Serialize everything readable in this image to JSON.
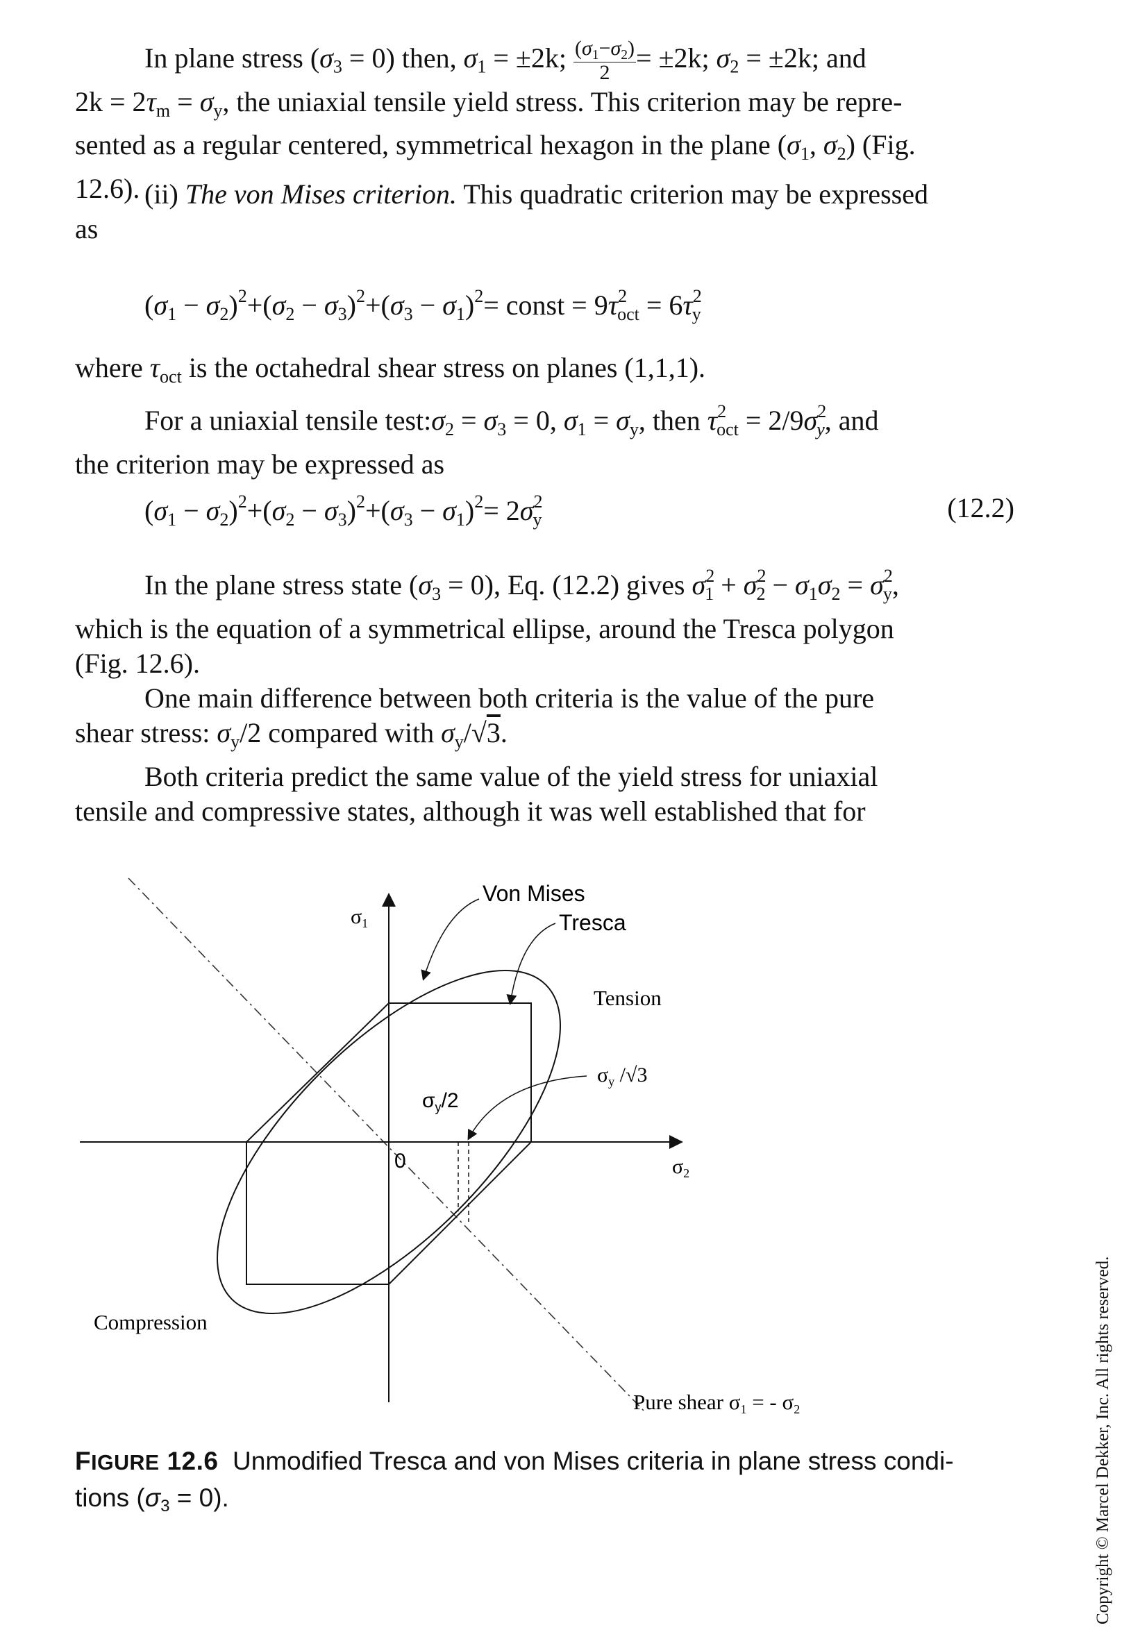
{
  "paragraphs": {
    "p1": {
      "a": "In plane stress (σ",
      "b": " = 0) then, σ",
      "c": " = ±2k; ",
      "frac_num": "(σ1−σ2)",
      "frac_den": "2",
      "d": "= ±2k; σ",
      "e": " = ±2k; and",
      "line2": "2k = 2τ",
      "line2b": " = σ",
      "line2c": ", the uniaxial tensile yield stress. This criterion may be repre-",
      "line3": "sented as a regular centered, symmetrical hexagon in the plane (σ",
      "line3b": ", σ",
      "line3c": ") (Fig.",
      "line4": "12.6)."
    },
    "p2": {
      "lead": "(ii) ",
      "italic": "The von Mises criterion.",
      "rest": " This quadratic criterion may be expressed",
      "line2": "as"
    },
    "eq1": "(σ1 − σ2)2+(σ2 − σ3)2+(σ3 − σ1)2= const = 9τ2oct = 6τ2y",
    "p3": "where τoct is the octahedral shear stress on planes (1,1,1).",
    "p4": {
      "line1": "For a uniaxial tensile test:σ2 = σ3 = 0, σ1 = σy, then τ2oct = 2/9σ2y, and",
      "line2": "the criterion may be expressed as"
    },
    "eq2": "(σ1 − σ2)2+(σ2 − σ3)2+(σ3 − σ1)2= 2σ2y",
    "eq2_num": "(12.2)",
    "p5": {
      "line1": "In the plane stress state (σ3 = 0), Eq. (12.2) gives σ21 + σ22 − σ1σ2 = σ2y,",
      "line2": "which is the equation of a symmetrical ellipse, around the Tresca polygon",
      "line3": "(Fig. 12.6)."
    },
    "p6": {
      "line1": "One main difference between both criteria is the value of the pure",
      "line2": "shear stress: σy/2 compared with σy/√3."
    },
    "p7": {
      "line1": "Both criteria predict the same value of the yield stress for uniaxial",
      "line2": "tensile and compressive states, although it was well established that for"
    }
  },
  "figure": {
    "labels": {
      "von_mises": "Von Mises",
      "tresca": "Tresca",
      "tension": "Tension",
      "sigma_y_sqrt3": "σy /√3",
      "sigma_y_half": "σy/2",
      "origin": "0",
      "sigma1": "σ1",
      "sigma2": "σ2",
      "compression": "Compression",
      "pure_shear": "Pure shear σ1 = - σ2"
    }
  },
  "caption": {
    "label_first": "F",
    "label_rest": "IGURE",
    "number": "12.6",
    "text": "Unmodified Tresca and von Mises criteria in plane stress condi-",
    "text2": "tions (σ3 = 0)."
  },
  "copyright": "Copyright © Marcel Dekker, Inc. All rights reserved."
}
